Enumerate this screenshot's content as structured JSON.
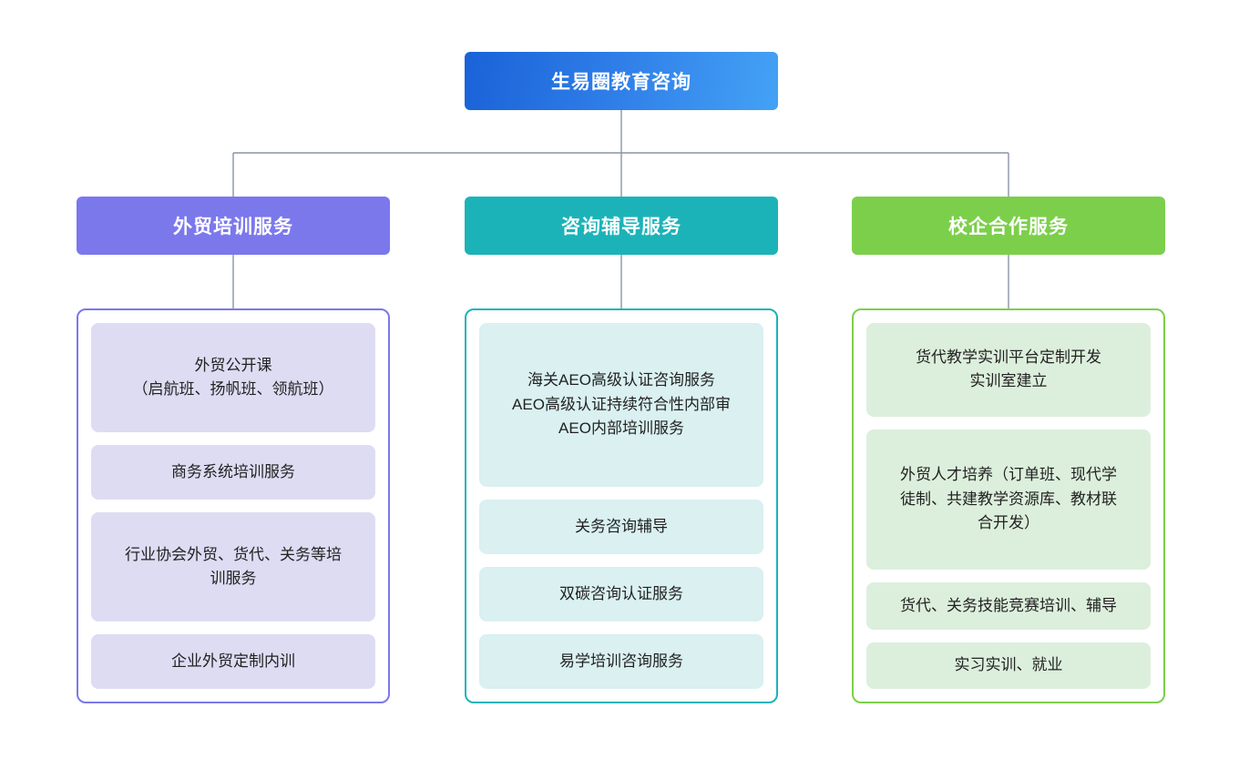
{
  "diagram": {
    "type": "organization-chart",
    "root": {
      "label": "生易圈教育咨询",
      "color": "#2f7ee8"
    },
    "branches": [
      {
        "id": "foreign-trade-training",
        "label": "外贸培训服务",
        "header_color": "#7b78ec",
        "border_color": "#7b78ec",
        "item_fill": "#dedcf3",
        "items": [
          {
            "lines": [
              "外贸公开课",
              "（启航班、扬帆班、领航班）"
            ]
          },
          {
            "lines": [
              "商务系统培训服务"
            ]
          },
          {
            "lines": [
              "行业协会外贸、货代、关务等培",
              "训服务"
            ]
          },
          {
            "lines": [
              "企业外贸定制内训"
            ]
          }
        ]
      },
      {
        "id": "consulting-tutoring",
        "label": "咨询辅导服务",
        "header_color": "#1cb3b8",
        "border_color": "#1cb3b8",
        "item_fill": "#daf0f1",
        "items": [
          {
            "lines": [
              "海关AEO高级认证咨询服务",
              "AEO高级认证持续符合性内部审",
              "AEO内部培训服务"
            ]
          },
          {
            "lines": [
              "关务咨询辅导"
            ]
          },
          {
            "lines": [
              "双碳咨询认证服务"
            ]
          },
          {
            "lines": [
              "易学培训咨询服务"
            ]
          }
        ]
      },
      {
        "id": "school-enterprise",
        "label": "校企合作服务",
        "header_color": "#7ccf4b",
        "border_color": "#7ccf4b",
        "item_fill": "#dcefdc",
        "items": [
          {
            "lines": [
              "货代教学实训平台定制开发",
              "实训室建立"
            ]
          },
          {
            "lines": [
              "外贸人才培养（订单班、现代学",
              "徒制、共建教学资源库、教材联",
              "合开发）"
            ]
          },
          {
            "lines": [
              "货代、关务技能竞赛培训、辅导"
            ]
          },
          {
            "lines": [
              "实习实训、就业"
            ]
          }
        ]
      }
    ],
    "connector_color": "#8a93a5"
  }
}
